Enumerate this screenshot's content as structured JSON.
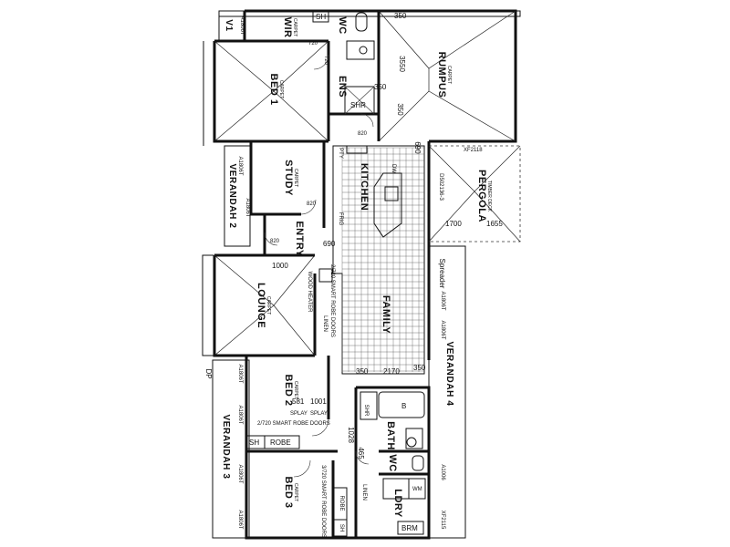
{
  "rooms": {
    "rumpus": {
      "name": "RUMPUS",
      "floor": "CARPET"
    },
    "bed1": {
      "name": "BED 1",
      "floor": "CARPET"
    },
    "wir": {
      "name": "WIR",
      "floor": "CARPET"
    },
    "wc_top": {
      "name": "WC"
    },
    "ens": {
      "name": "ENS"
    },
    "study": {
      "name": "STUDY",
      "floor": "CARPET"
    },
    "kitchen": {
      "name": "KITCHEN"
    },
    "pergola": {
      "name": "PERGOLA",
      "floor": "TIMBER DECK"
    },
    "entry": {
      "name": "ENTRY"
    },
    "lounge": {
      "name": "LOUNGE",
      "floor": "CARPET"
    },
    "family": {
      "name": "FAMILY"
    },
    "bed2": {
      "name": "BED 2",
      "floor": "CARPET"
    },
    "bed3": {
      "name": "BED 3",
      "floor": "CARPET"
    },
    "bath": {
      "name": "BATH"
    },
    "wc_bottom": {
      "name": "WC"
    },
    "ldry": {
      "name": "LDRY"
    }
  },
  "verandahs": {
    "v1": "V1",
    "v2": "VERANDAH 2",
    "v3": "VERANDAH 3",
    "v4": "VERANDAH 4"
  },
  "fixtures": {
    "sh_top": "SH",
    "shr_ens": "SHR",
    "pty": "PTY",
    "dw": "DW",
    "frig": "FRIG",
    "wood_heater": "WOOD HEATER",
    "linen_mid": "LINEN",
    "linen_doors": "2/720 SMART ROBE DOORS",
    "shr_bath": "SHR",
    "b": "B",
    "sh_bed2": "SH",
    "robe_bed2": "ROBE",
    "bed2_doors": "2/720 SMART ROBE DOORS",
    "splay_1": "SPLAY",
    "splay_2": "SPLAY",
    "robe_bed3": "ROBE",
    "sh_bed3": "SH",
    "bed3_doors": "3/720 SMART ROBE DOORS",
    "linen_bottom": "LINEN",
    "brm": "BRM",
    "wm": "WM",
    "spreader": "Spreader",
    "dp": "DP"
  },
  "dimensions": {
    "d350_top": "350",
    "d3550": "3550",
    "d350_ens": "350",
    "d350_ens2": "350",
    "d720_a": "720",
    "d720_b": "720",
    "d820_ens": "820",
    "d690_kit": "690",
    "d820_study": "820",
    "d820_entry": "820",
    "d690_entry": "690",
    "d1000": "1000",
    "d1700": "1700",
    "d1655": "1655",
    "d350_fam_l": "350",
    "d2170": "2170",
    "d350_fam_r": "350",
    "d581": "581",
    "d1001": "1001",
    "d1028": "1028",
    "d465": "465"
  },
  "beams": {
    "b1": "A1806T",
    "b2": "A1806T",
    "b3": "A1806T",
    "b4": "A1806T",
    "b5": "A1806T",
    "b6": "A1806T",
    "b7": "A1806T",
    "b8": "A1806T",
    "b9": "A1006",
    "b10": "A1806T",
    "b11": "XF2118",
    "b12": "XF2115",
    "b13": "D502136-3"
  }
}
